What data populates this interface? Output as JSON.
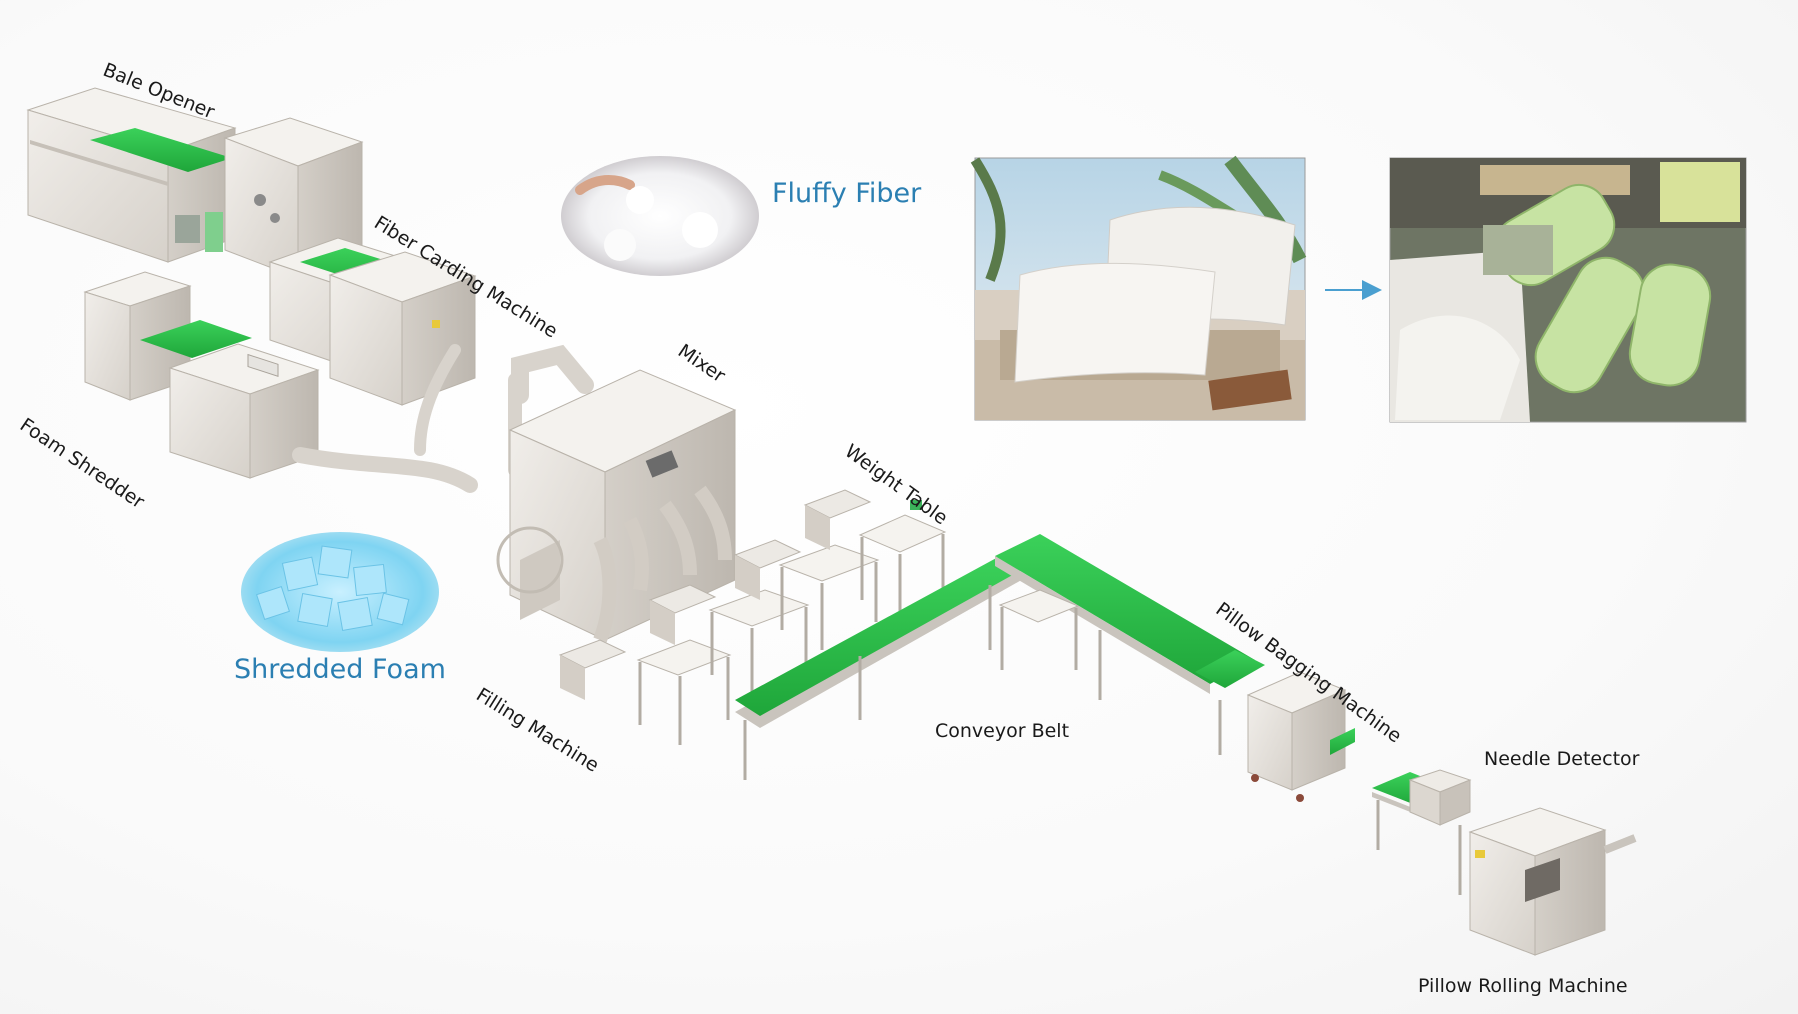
{
  "labels": {
    "bale_opener": "Bale Opener",
    "fiber_carding": "Fiber Carding Machine",
    "foam_shredder": "Foam Shredder",
    "mixer": "Mixer",
    "weight_table": "Weight Table",
    "filling_machine": "Filling Machine",
    "conveyor_belt": "Conveyor Belt",
    "pillow_bagging": "Pillow Bagging Machine",
    "needle_detector": "Needle Detector",
    "pillow_rolling": "Pillow Rolling Machine"
  },
  "materials": {
    "fluffy_fiber": "Fluffy Fiber",
    "shredded_foam": "Shredded Foam"
  },
  "colors": {
    "machine_body": "#e9e6e1",
    "machine_shade": "#c9c4bd",
    "belt_green": "#2fbf4a",
    "label_blue": "#2b7fb2",
    "arrow_blue": "#4a9fd0"
  },
  "icons": {
    "arrow": "arrow-right-icon"
  }
}
